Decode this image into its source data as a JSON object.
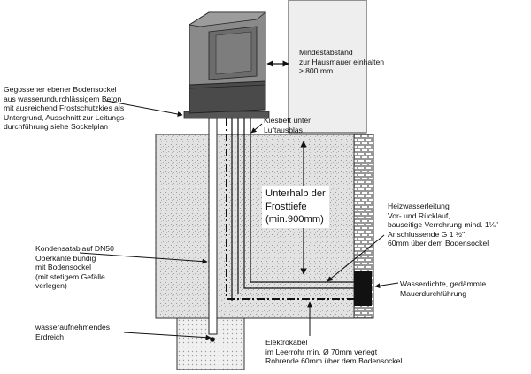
{
  "labels": {
    "bodensockel": [
      "Gegossener ebener Bodensockel",
      "aus wasserundurchlässigem Beton",
      "mit ausreichend Frostschutzkies als",
      "Untergrund, Ausschnitt zur Leitungs-",
      "durchführung siehe Sockelplan"
    ],
    "mindestabstand": [
      "Mindestabstand",
      "zur Hausmauer einhalten",
      "≥ 800 mm"
    ],
    "kiesbett": [
      "Kiesbett unter",
      "Luftausblas"
    ],
    "frosttiefe": [
      "Unterhalb der",
      "Frosttiefe",
      "(min.900mm)"
    ],
    "heizwasser": [
      "Heizwasserleitung",
      "Vor- und Rücklauf,",
      "bauseitige Verrohrung mind. 1¼\"",
      "Anschlussende G 1 ½\",",
      "60mm über dem Bodensockel"
    ],
    "kondensat": [
      "Kondensatablauf DN50",
      "Oberkante bündig",
      "mit Bodensockel",
      "(mit stetigem Gefälle",
      "verlegen)"
    ],
    "mauer": [
      "Wasserdichte, gedämmte",
      "Mauerdurchführung"
    ],
    "erdreich": [
      "wasseraufnehmendes",
      "Erdreich"
    ],
    "elektro": [
      "Elektrokabel",
      "im Leerrohr min. Ø 70mm verlegt",
      "Rohrende 60mm über dem Bodensockel"
    ]
  },
  "colors": {
    "ground_fill": "#e4e4e4",
    "wall_fill": "#ececec",
    "unit_body": "#7a7a7a",
    "unit_dark": "#3a3a3a",
    "seal_black": "#111111",
    "line": "#111111"
  }
}
